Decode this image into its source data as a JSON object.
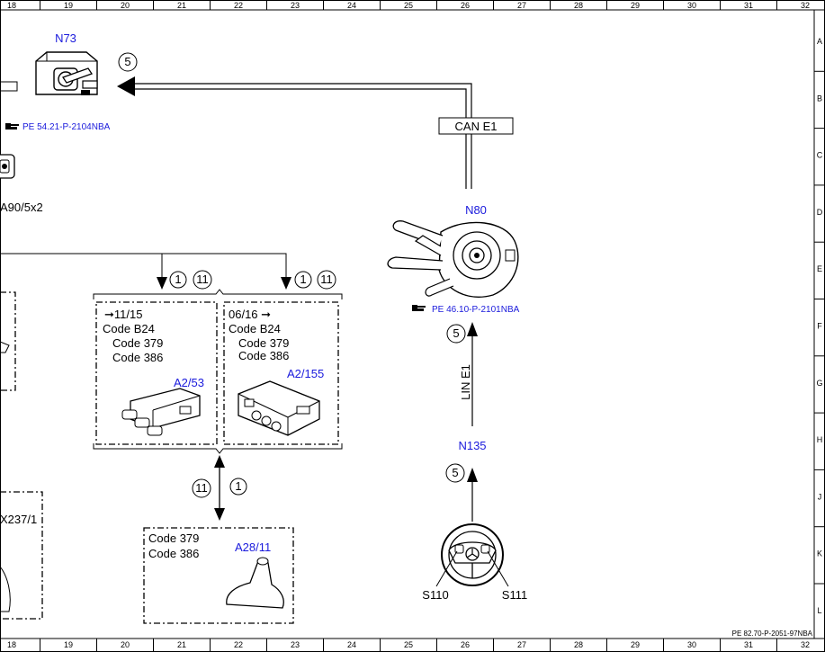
{
  "grid": {
    "columns": [
      "18",
      "19",
      "20",
      "21",
      "22",
      "23",
      "24",
      "25",
      "26",
      "27",
      "28",
      "29",
      "30",
      "31",
      "32"
    ],
    "rows": [
      "A",
      "B",
      "C",
      "D",
      "E",
      "F",
      "G",
      "H",
      "J",
      "K",
      "L"
    ]
  },
  "components": {
    "n73": {
      "label": "N73",
      "ref": "PE 54.21-P-2104NBA"
    },
    "n80": {
      "label": "N80",
      "ref": "PE 46.10-P-2101NBA"
    },
    "n135": {
      "label": "N135"
    },
    "a2_53": {
      "label": "A2/53",
      "date": "11/15",
      "codes": [
        "Code B24",
        "Code 379",
        "Code 386"
      ]
    },
    "a2_155": {
      "label": "A2/155",
      "date": "06/16",
      "codes": [
        "Code B24",
        "Code 379",
        "Code 386"
      ]
    },
    "a28_11": {
      "label": "A28/11",
      "codes": [
        "Code 379",
        "Code 386"
      ]
    },
    "a90": {
      "label": "A90/5x2"
    },
    "x237": {
      "label": "X237/1"
    },
    "s110": {
      "label": "S110"
    },
    "s111": {
      "label": "S111"
    }
  },
  "buses": {
    "can": "CAN E1",
    "lin": "LIN E1"
  },
  "markers": {
    "five": "5",
    "one": "1",
    "eleven": "11"
  },
  "symbols": {
    "ref_icon": "pointing-hand-icon"
  },
  "footer": {
    "doc_ref": "PE 82.70-P-2051-97NBA"
  },
  "colors": {
    "component_label": "#1a1adc",
    "line": "#000000"
  }
}
